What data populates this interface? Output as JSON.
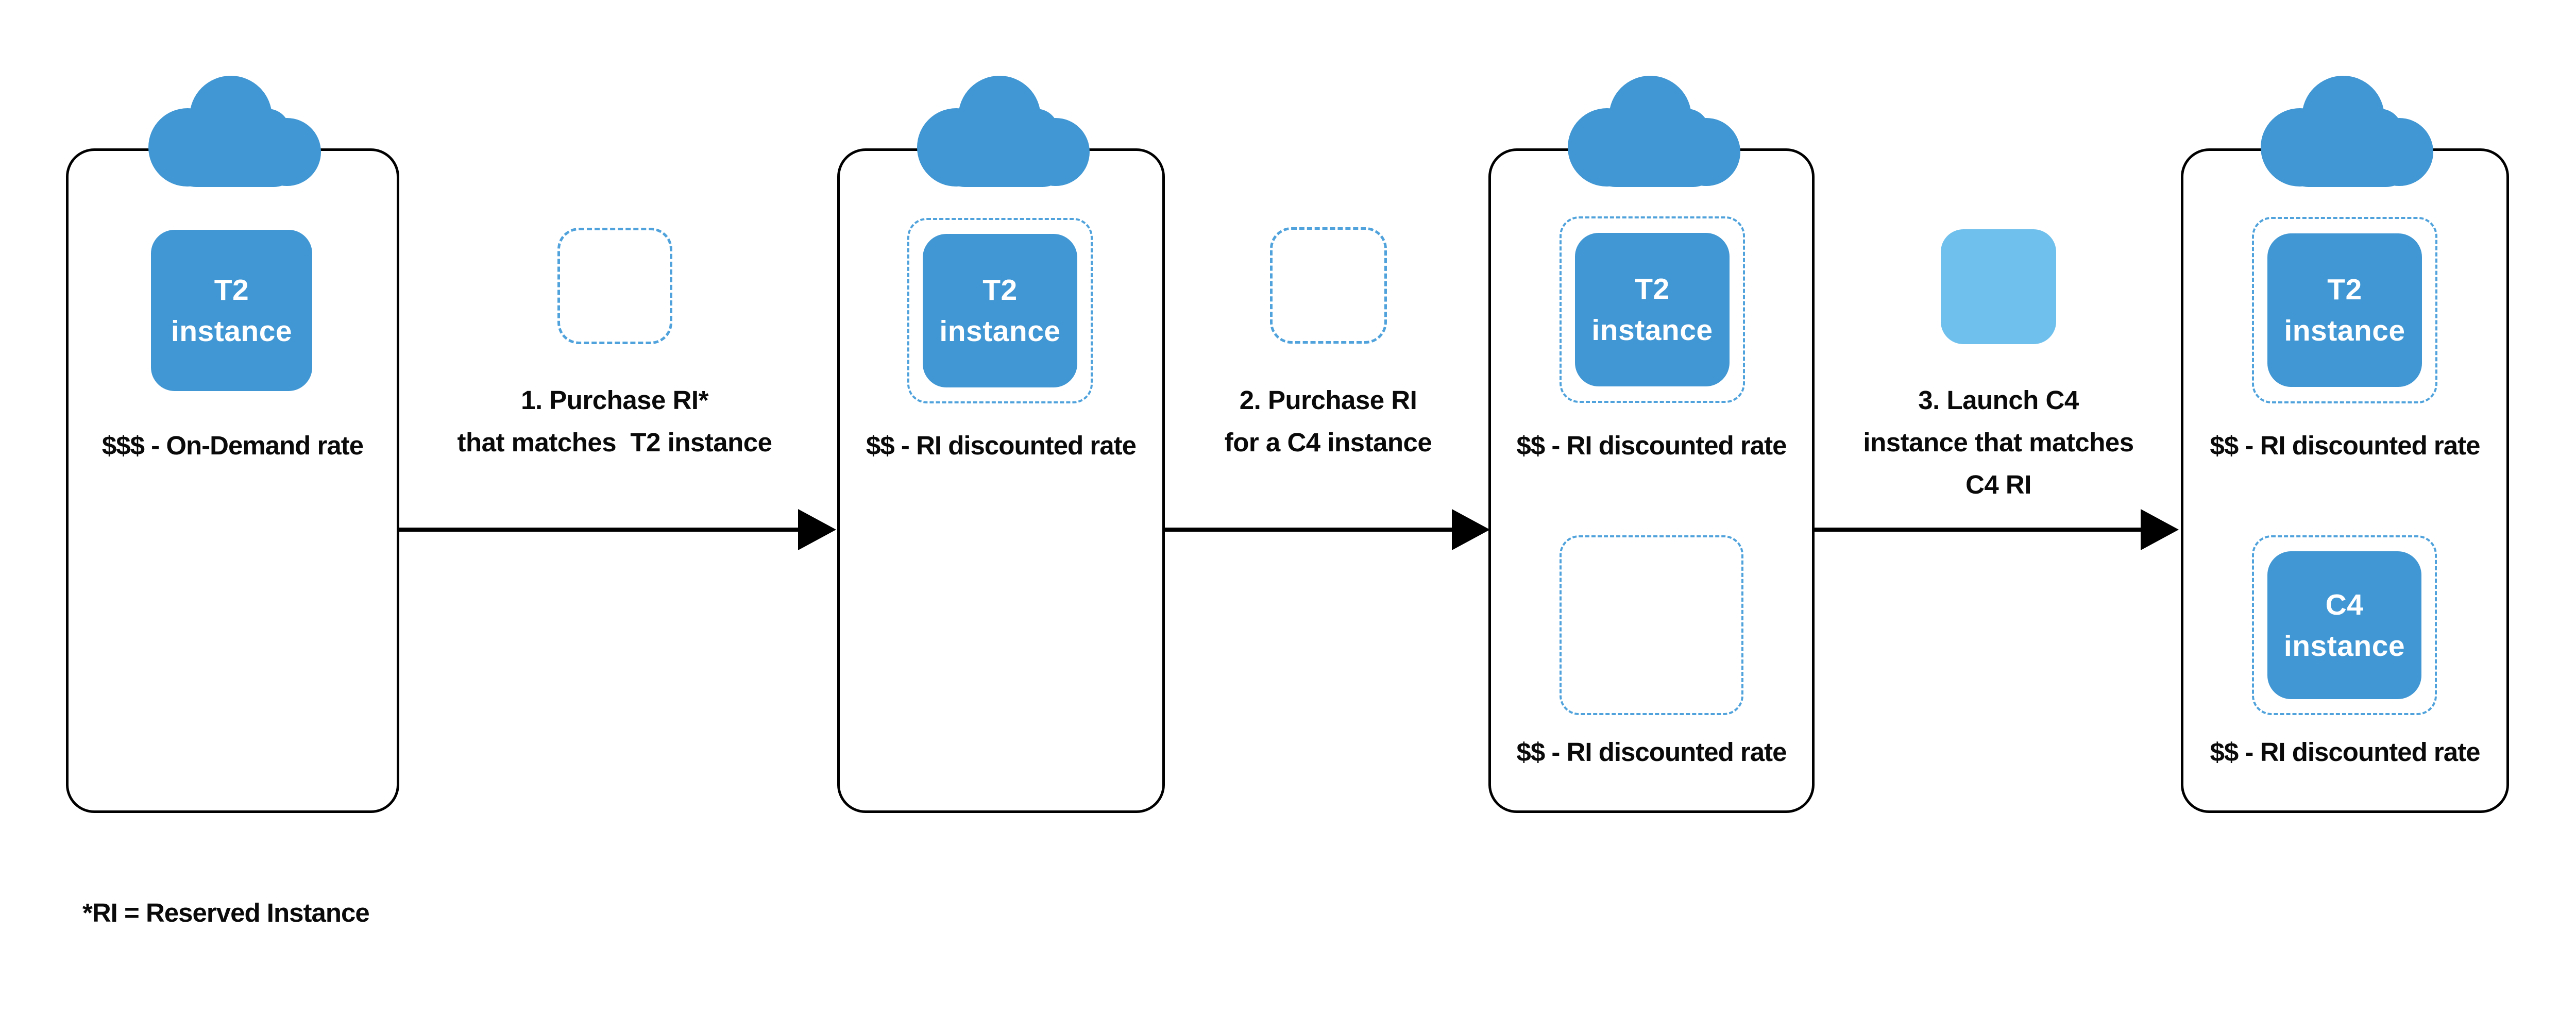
{
  "colors": {
    "blue": "#4197D3",
    "light_blue": "#6FC0EC",
    "dash_blue": "#4FA2DB",
    "ink": "#0A0A0A",
    "background": "#FFFFFF",
    "panel_border": "#000000"
  },
  "panels": [
    {
      "instances": [
        {
          "name": "T2",
          "type": "instance"
        }
      ],
      "rates": [
        "$$$ - On-Demand rate"
      ]
    },
    {
      "instances": [
        {
          "name": "T2",
          "type": "instance"
        }
      ],
      "rates": [
        "$$ - RI discounted rate"
      ]
    },
    {
      "instances": [
        {
          "name": "T2",
          "type": "instance"
        }
      ],
      "rates": [
        "$$ - RI discounted rate",
        "$$ - RI discounted rate"
      ]
    },
    {
      "instances": [
        {
          "name": "T2",
          "type": "instance"
        },
        {
          "name": "C4",
          "type": "instance"
        }
      ],
      "rates": [
        "$$ - RI discounted rate",
        "$$ - RI discounted rate"
      ]
    }
  ],
  "steps": [
    {
      "lines": [
        "1. Purchase RI*",
        "that matches  T2 instance"
      ]
    },
    {
      "lines": [
        "2. Purchase RI",
        "for a C4 instance"
      ]
    },
    {
      "lines": [
        "3. Launch C4",
        "instance that matches",
        "C4 RI"
      ]
    }
  ],
  "footnote": "*RI = Reserved Instance"
}
